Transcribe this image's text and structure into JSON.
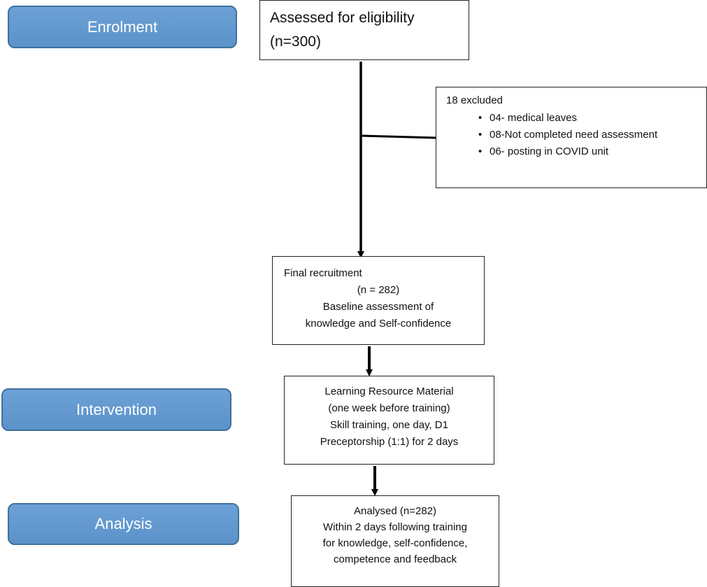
{
  "phases": {
    "enrolment": "Enrolment",
    "intervention": "Intervention",
    "analysis": "Analysis"
  },
  "assessed": {
    "line1": "Assessed for eligibility",
    "line2": "(n=300)"
  },
  "excluded": {
    "title": "18 excluded",
    "items": [
      "04- medical leaves",
      "08-Not completed need assessment",
      "06- posting in COVID unit"
    ]
  },
  "recruitment": {
    "line1": "Final recruitment",
    "line2": "(n = 282)",
    "line3": "Baseline assessment of",
    "line4": "knowledge and Self-confidence"
  },
  "intervention_box": {
    "line1": "Learning Resource Material",
    "line2": "(one week before training)",
    "line3": "Skill training, one day, D1",
    "line4": "Preceptorship (1:1) for 2 days"
  },
  "analysed": {
    "line1": "Analysed (n=282)",
    "line2": "Within 2 days following training",
    "line3": "for knowledge, self-confidence,",
    "line4": "competence and feedback"
  },
  "colors": {
    "phase_fill": "#5b92c9",
    "phase_border": "#41719c",
    "line": "#000000"
  }
}
